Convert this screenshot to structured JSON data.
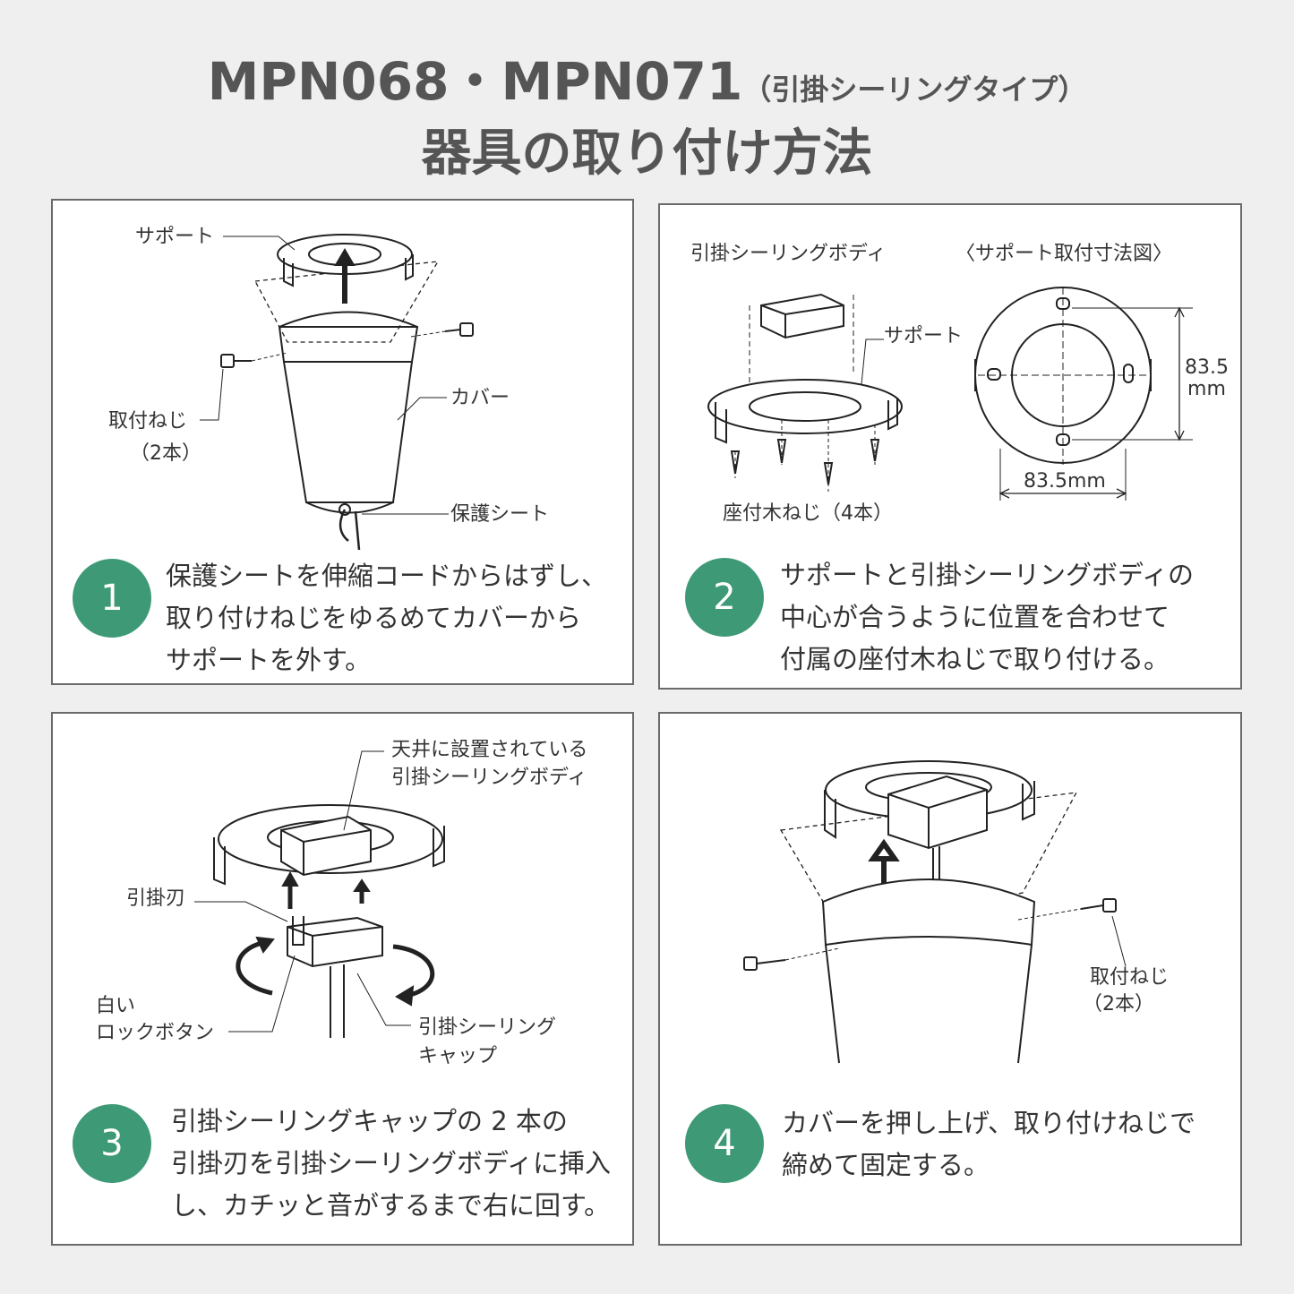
{
  "header": {
    "model": "MPN068・MPN071",
    "model_sub": "（引掛シーリングタイプ）",
    "title": "器具の取り付け方法"
  },
  "steps": [
    {
      "number": "1",
      "lines": [
        "保護シートを伸縮コードからはずし、",
        "取り付けねじをゆるめてカバーから",
        "サポートを外す。"
      ],
      "labels": {
        "support": "サポート",
        "cover": "カバー",
        "screw": "取付ねじ",
        "screw_count": "（2本）",
        "sheet": "保護シート"
      }
    },
    {
      "number": "2",
      "lines": [
        "サポートと引掛シーリングボディの",
        "中心が合うように位置を合わせて",
        "付属の座付木ねじで取り付ける。"
      ],
      "labels": {
        "body": "引掛シーリングボディ",
        "dimension_title": "〈サポート取付寸法図〉",
        "support": "サポート",
        "wood_screw": "座付木ねじ（4本）",
        "dim_v_value": "83.5",
        "dim_v_unit": "mm",
        "dim_h": "83.5mm"
      }
    },
    {
      "number": "3",
      "lines": [
        "引掛シーリングキャップの 2 本の",
        "引掛刃を引掛シーリングボディに挿入",
        "し、カチッと音がするまで右に回す。"
      ],
      "labels": {
        "ceiling_body_1": "天井に設置されている",
        "ceiling_body_2": "引掛シーリングボディ",
        "blade": "引掛刃",
        "lock_1": "白い",
        "lock_2": "ロックボタン",
        "cap_1": "引掛シーリング",
        "cap_2": "キャップ"
      }
    },
    {
      "number": "4",
      "lines": [
        "カバーを押し上げ、取り付けねじで",
        "締めて固定する。"
      ],
      "labels": {
        "screw": "取付ねじ",
        "screw_count": "（2本）"
      }
    }
  ],
  "colors": {
    "accent": "#3e9a76",
    "background": "#efefef",
    "border": "#6a6a6a"
  }
}
